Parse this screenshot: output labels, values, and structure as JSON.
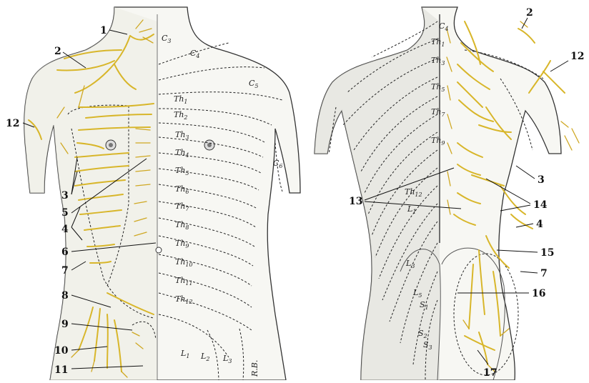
{
  "front_segments": [
    {
      "id": "c3",
      "base": "C",
      "sub": "3"
    },
    {
      "id": "c4",
      "base": "C",
      "sub": "4"
    },
    {
      "id": "c5",
      "base": "C",
      "sub": "5"
    },
    {
      "id": "c6",
      "base": "C",
      "sub": "6"
    },
    {
      "id": "th1",
      "base": "Th",
      "sub": "1"
    },
    {
      "id": "th2",
      "base": "Th",
      "sub": "2"
    },
    {
      "id": "th3",
      "base": "Th",
      "sub": "3"
    },
    {
      "id": "th4",
      "base": "Th",
      "sub": "4"
    },
    {
      "id": "th5",
      "base": "Th",
      "sub": "5"
    },
    {
      "id": "th6",
      "base": "Th",
      "sub": "6"
    },
    {
      "id": "th7",
      "base": "Th",
      "sub": "7"
    },
    {
      "id": "th8",
      "base": "Th",
      "sub": "8"
    },
    {
      "id": "th9",
      "base": "Th",
      "sub": "9"
    },
    {
      "id": "th10",
      "base": "Th",
      "sub": "10"
    },
    {
      "id": "th11",
      "base": "Th",
      "sub": "11"
    },
    {
      "id": "th12",
      "base": "Th",
      "sub": "12"
    },
    {
      "id": "l1",
      "base": "L",
      "sub": "1"
    },
    {
      "id": "l2",
      "base": "L",
      "sub": "2"
    },
    {
      "id": "l3",
      "base": "L",
      "sub": "3"
    }
  ],
  "back_segments": [
    {
      "id": "c4",
      "base": "C",
      "sub": "4"
    },
    {
      "id": "th1",
      "base": "Th",
      "sub": "1"
    },
    {
      "id": "th3",
      "base": "Th",
      "sub": "3"
    },
    {
      "id": "th5",
      "base": "Th",
      "sub": "5"
    },
    {
      "id": "th7",
      "base": "Th",
      "sub": "7"
    },
    {
      "id": "th9",
      "base": "Th",
      "sub": "9"
    },
    {
      "id": "th12",
      "base": "Th",
      "sub": "12"
    },
    {
      "id": "l1",
      "base": "L",
      "sub": "1"
    },
    {
      "id": "l3",
      "base": "L",
      "sub": "3"
    },
    {
      "id": "l5",
      "base": "L",
      "sub": "5"
    },
    {
      "id": "s1",
      "base": "S",
      "sub": "1"
    },
    {
      "id": "s2",
      "base": "S",
      "sub": "2"
    },
    {
      "id": "s3",
      "base": "S",
      "sub": "3"
    }
  ],
  "front_callouts": [
    "1",
    "2",
    "12",
    "3",
    "5",
    "4",
    "6",
    "7",
    "8",
    "9",
    "10",
    "11"
  ],
  "back_callouts": [
    "2",
    "12",
    "3",
    "13",
    "14",
    "4",
    "15",
    "7",
    "16",
    "17"
  ],
  "signature": "R.B.",
  "colors": {
    "nerve": "#d8b62a",
    "outline": "#333333",
    "skin": "#f7f7f3",
    "shade": "#c9c9c2"
  }
}
